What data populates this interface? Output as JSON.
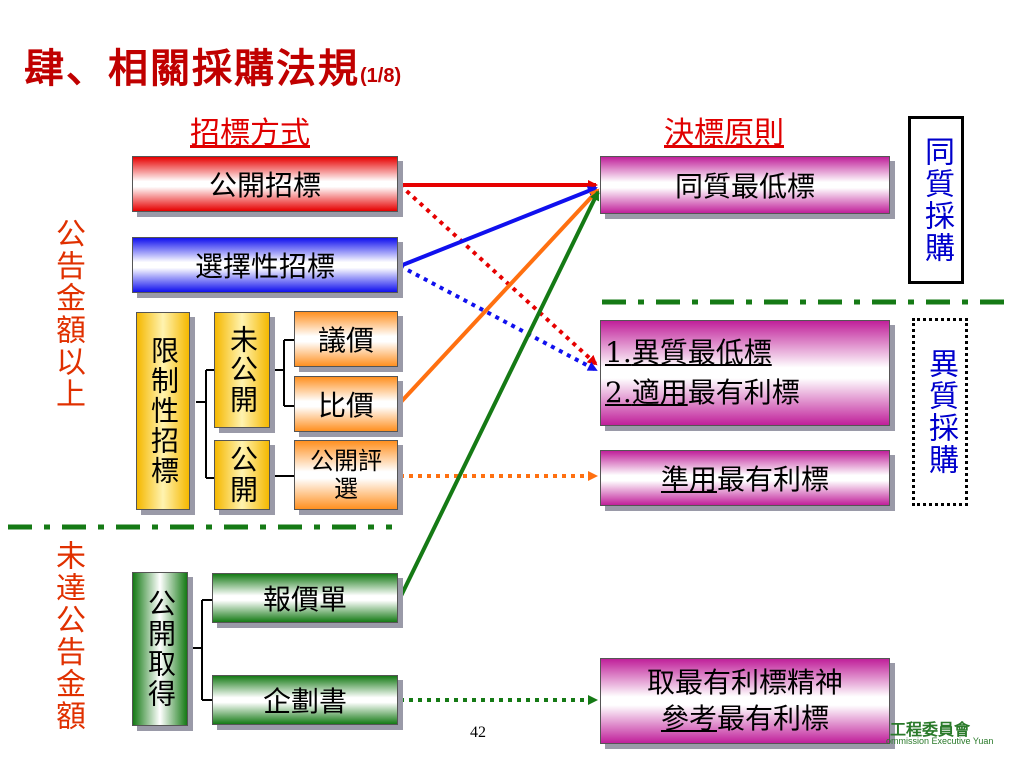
{
  "title": {
    "main": "肆、相關採購法規",
    "suffix": "(1/8)"
  },
  "headers": {
    "left": "招標方式",
    "right": "決標原則"
  },
  "left": {
    "open_tender": "公開招標",
    "selective_tender": "選擇性招標",
    "limited_tender": "限制性招標",
    "not_public": "未公開",
    "public": "公開",
    "negotiation": "議價",
    "price_comparison": "比價",
    "public_evaluation": "公開評選",
    "public_acquisition": "公開取得",
    "quotation": "報價單",
    "proposal": "企劃書"
  },
  "right": {
    "homogeneous_lowest": "同質最低標",
    "hetero_item1_num": "1.",
    "hetero_item1": "異質最低標",
    "hetero_item2_num": "2.",
    "hetero_item2_u": "適用",
    "hetero_item2_rest": "最有利標",
    "quasi_u": "準用",
    "quasi_rest": "最有利標",
    "spirit_line1": "取最有利標精神",
    "spirit_u": "參考",
    "spirit_rest": "最有利標"
  },
  "tags": {
    "homogeneous": "同質採購",
    "heterogeneous": "異質採購"
  },
  "side_labels": {
    "above": "公告金額以上",
    "below": "未達公告金額"
  },
  "footer": {
    "page_number": "42",
    "logo_text": "工程委員會",
    "logo_sub": "ommission Executive Yuan"
  },
  "colors": {
    "title": "#c00000",
    "red": "#e60000",
    "blue": "#1010ee",
    "orange": "#ff7010",
    "green": "#157a15",
    "pink": "#c0209a",
    "tag_text": "#0000cc"
  }
}
